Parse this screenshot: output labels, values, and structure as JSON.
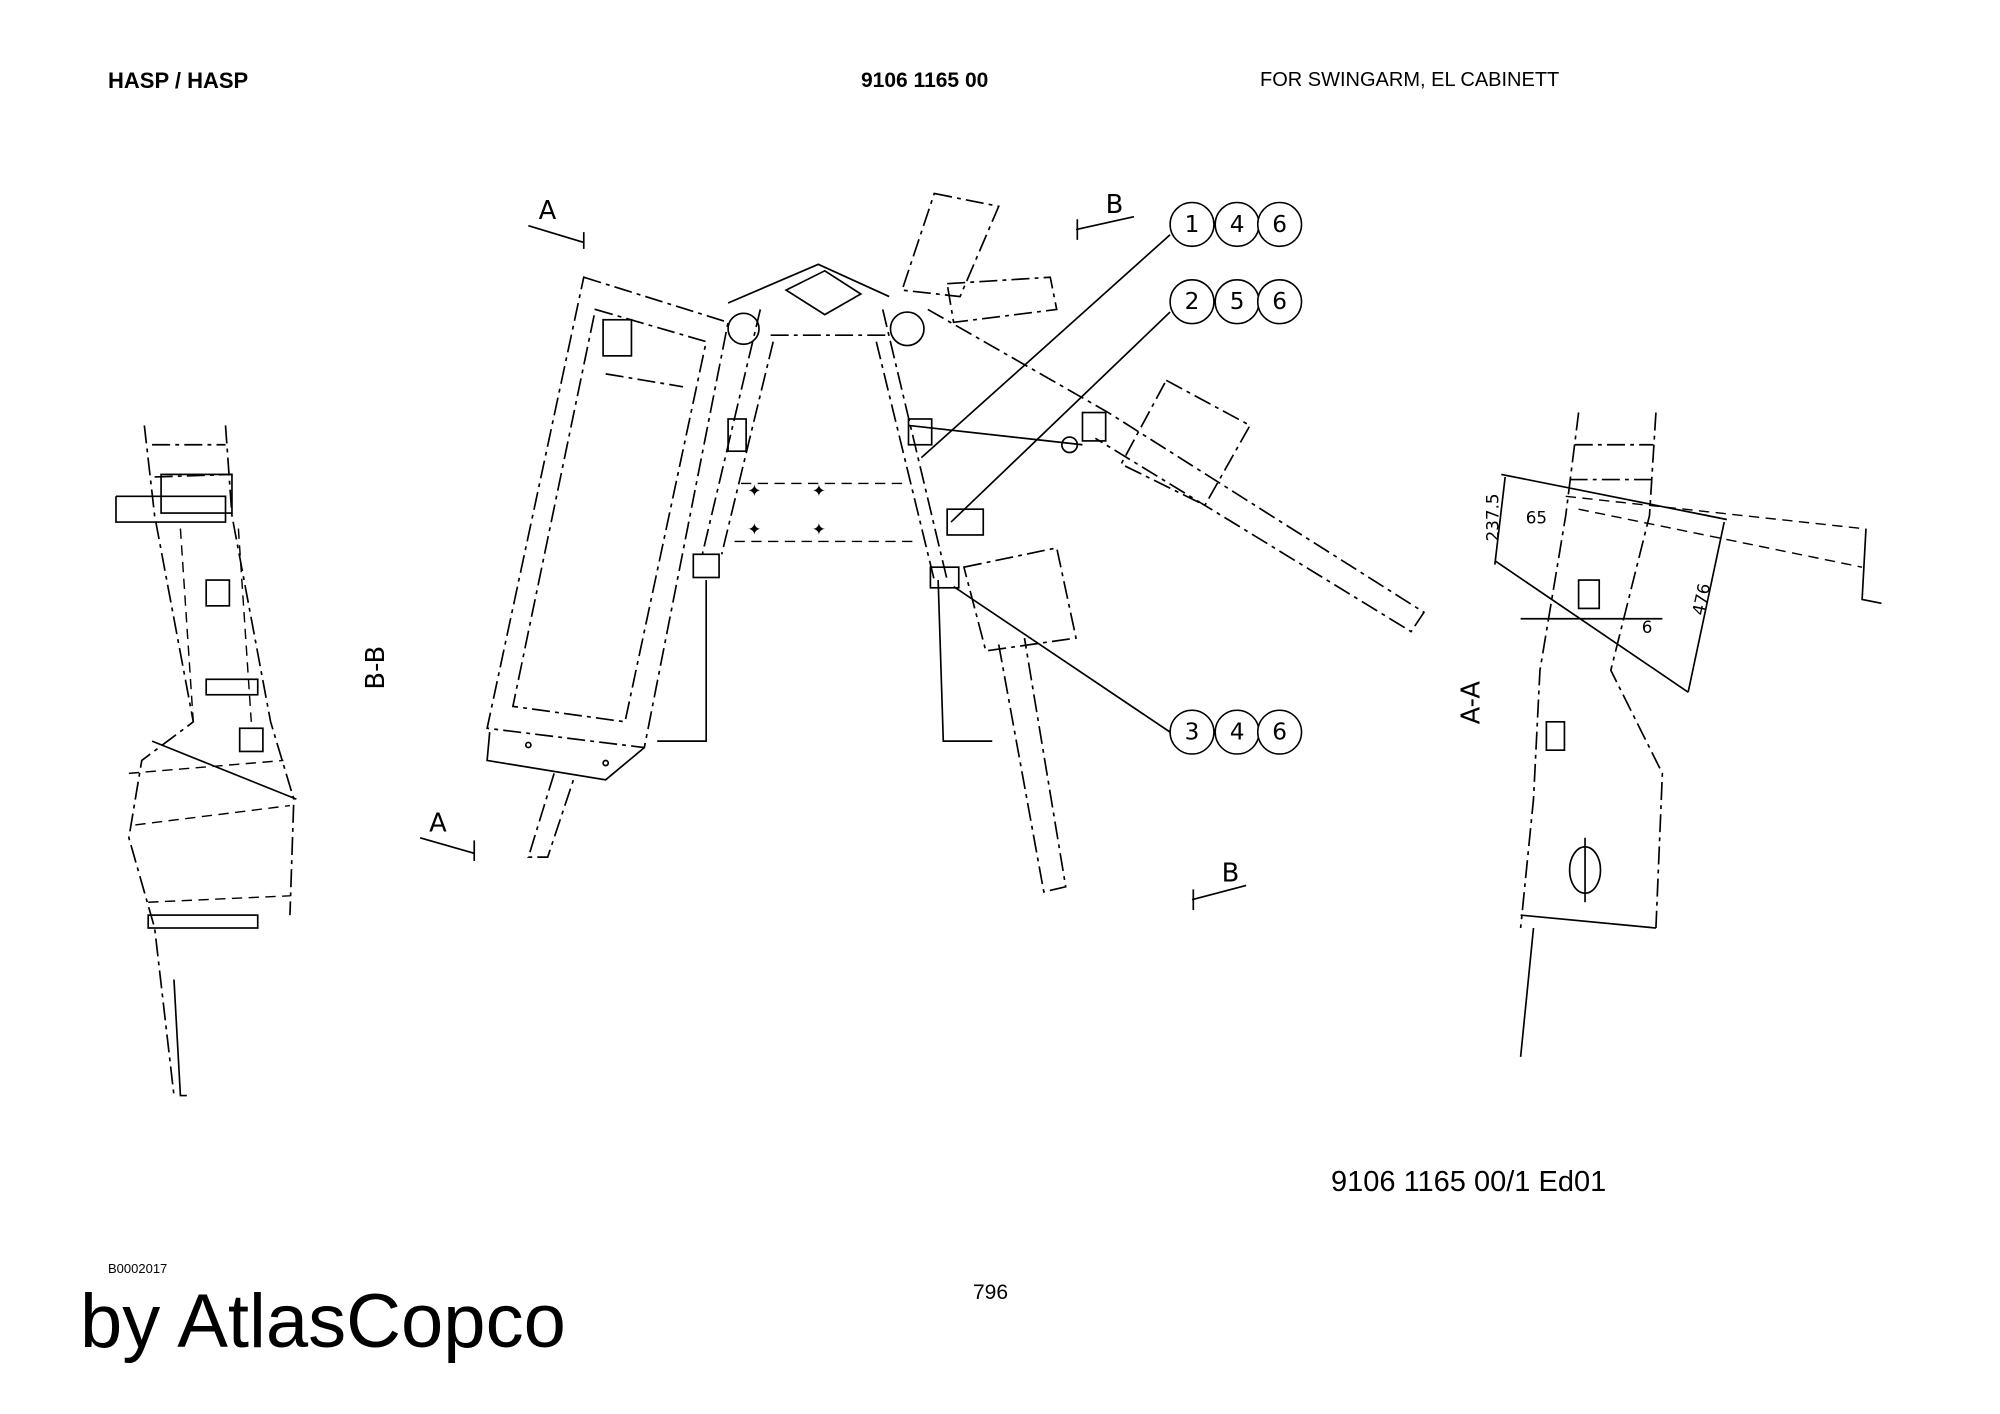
{
  "header": {
    "title": "HASP / HASP",
    "part_number": "9106 1165 00",
    "description": "FOR SWINGARM, EL CABINETT"
  },
  "drawing": {
    "section_marks": {
      "a_top": "A",
      "b_top": "B",
      "a_bottom": "A",
      "b_bottom": "B",
      "view_bb": "B-B",
      "view_aa": "A-A"
    },
    "balloons": [
      [
        "1",
        "4",
        "6"
      ],
      [
        "2",
        "5",
        "6"
      ],
      [
        "3",
        "4",
        "6"
      ]
    ],
    "dimensions": {
      "d1": "237.5",
      "d2": "65",
      "d3": "476",
      "d4": "6"
    }
  },
  "footer": {
    "drawing_ref": "9106 1165 00/1  Ed01",
    "code": "B0002017",
    "brand": "by AtlasCopco",
    "page_number": "796"
  }
}
